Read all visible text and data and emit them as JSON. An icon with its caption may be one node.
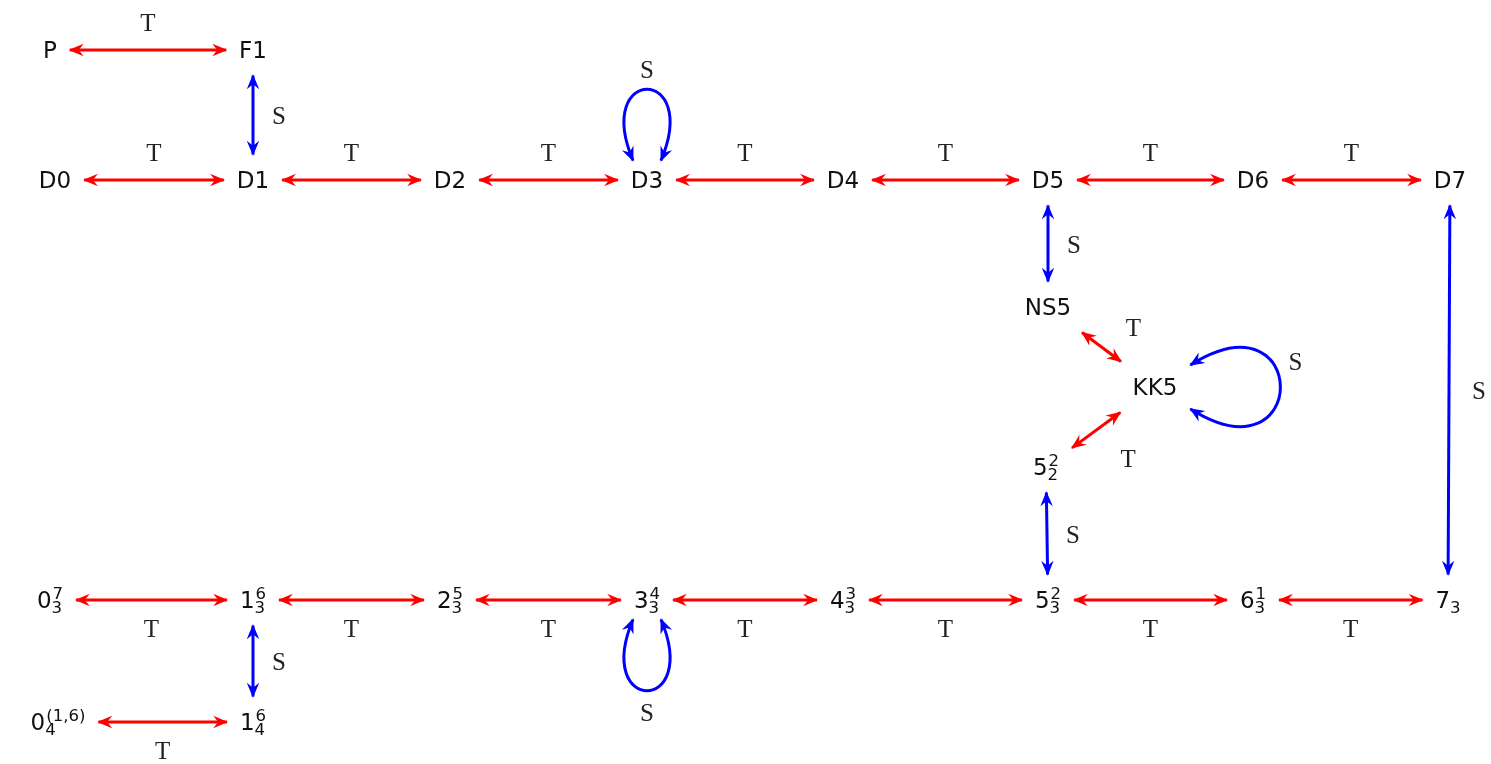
{
  "diagram": {
    "nodes": [
      {
        "text": [
          "P"
        ]
      },
      {
        "text": [
          "F1"
        ]
      },
      {
        "text": [
          "D0"
        ]
      },
      {
        "text": [
          "D1"
        ]
      },
      {
        "text": [
          "D2"
        ]
      },
      {
        "text": [
          "D3"
        ]
      },
      {
        "text": [
          "D4"
        ]
      },
      {
        "text": [
          "D5"
        ]
      },
      {
        "text": [
          "D6"
        ]
      },
      {
        "text": [
          "D7"
        ]
      },
      {
        "text": [
          "NS5"
        ]
      },
      {
        "text": [
          "KK5"
        ]
      },
      {
        "text": [
          "5$_{2}$$^{2}$"
        ]
      },
      {
        "text": [
          "0$_{3}$$^{7}$"
        ]
      },
      {
        "text": [
          "1$_{3}$$^{6}$"
        ]
      },
      {
        "text": [
          "2$_{3}$$^{5}$"
        ]
      },
      {
        "text": [
          "3$_{3}$$^{4}$"
        ]
      },
      {
        "text": [
          "4$_{3}$$^{3}$"
        ]
      },
      {
        "text": [
          "5$_{3}$$^{2}$"
        ]
      },
      {
        "text": [
          "6$_{3}$$^{1}$"
        ]
      },
      {
        "text": [
          "7$_{3}$"
        ]
      },
      {
        "text": [
          "0$_{4}$$^{(1,6)}$"
        ]
      },
      {
        "text": [
          "1$_{4}$$^{6}$"
        ]
      }
    ],
    "edges": [
      {
        "from": 0,
        "to": 1,
        "arrow": "both",
        "label": "T"
      },
      {
        "from": 1,
        "to": 3,
        "arrow": "both",
        "label": "S",
        "color": "#0000ff"
      },
      {
        "from": 2,
        "to": 3,
        "arrow": "both",
        "label": "T"
      },
      {
        "from": 3,
        "to": 4,
        "arrow": "both",
        "label": "T"
      },
      {
        "from": 4,
        "to": 5,
        "arrow": "both",
        "label": "T"
      },
      {
        "from": 5,
        "to": 5,
        "arrow": "both",
        "label": "S",
        "color": "#0000ff"
      },
      {
        "from": 5,
        "to": 6,
        "arrow": "both",
        "label": "T"
      },
      {
        "from": 6,
        "to": 7,
        "arrow": "both",
        "label": "T"
      },
      {
        "from": 7,
        "to": 8,
        "arrow": "both",
        "label": "T"
      },
      {
        "from": 8,
        "to": 9,
        "arrow": "both",
        "label": "T"
      },
      {
        "from": 7,
        "to": 10,
        "arrow": "both",
        "label": "S",
        "color": "#0000ff"
      },
      {
        "from": 9,
        "to": 20,
        "arrow": "both",
        "label": "S",
        "color": "#0000ff"
      },
      {
        "from": 10,
        "to": 11,
        "arrow": "both",
        "label": "T"
      },
      {
        "from": 11,
        "to": 11,
        "arrow": "both",
        "label": "S",
        "color": "#0000ff"
      },
      {
        "from": 11,
        "to": 12,
        "arrow": "both",
        "label": "T"
      },
      {
        "from": 12,
        "to": 18,
        "arrow": "both",
        "label": "S",
        "color": "#0000ff"
      },
      {
        "from": 13,
        "to": 14,
        "arrow": "both",
        "label": "T"
      },
      {
        "from": 14,
        "to": 15,
        "arrow": "both",
        "label": "T"
      },
      {
        "from": 15,
        "to": 16,
        "arrow": "both",
        "label": "T"
      },
      {
        "from": 16,
        "to": 17,
        "arrow": "both",
        "label": "T"
      },
      {
        "from": 17,
        "to": 18,
        "arrow": "both",
        "label": "T"
      },
      {
        "from": 18,
        "to": 19,
        "arrow": "both",
        "label": "T"
      },
      {
        "from": 19,
        "to": 20,
        "arrow": "both",
        "label": "T"
      },
      {
        "from": 14,
        "to": 22,
        "arrow": "both",
        "label": "S",
        "color": "#0000ff"
      },
      {
        "from": 16,
        "to": 16,
        "arrow": "both",
        "label": "S",
        "color": "#0000ff"
      },
      {
        "from": 21,
        "to": 22,
        "arrow": "both",
        "label": "T"
      }
    ]
  }
}
